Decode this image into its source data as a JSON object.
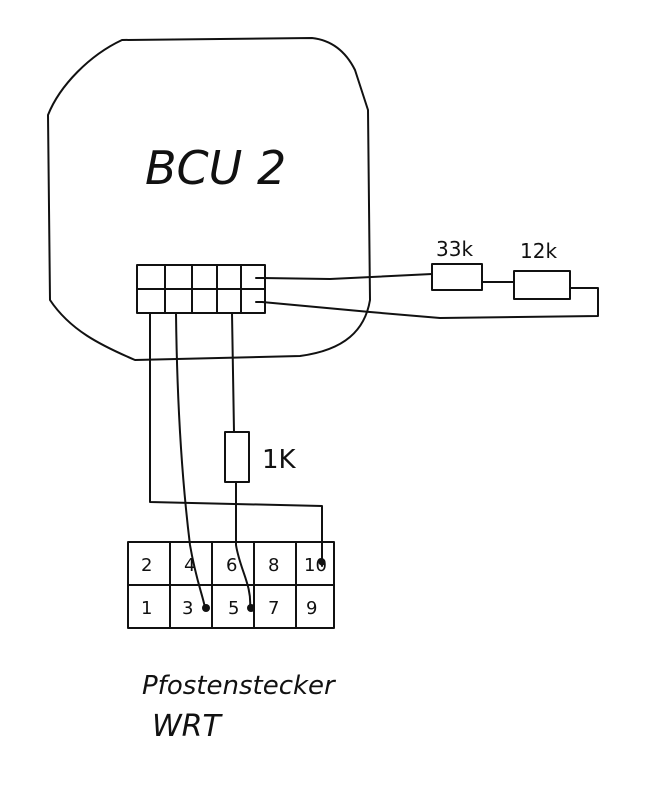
{
  "module": {
    "label": "BCU 2"
  },
  "resistors": {
    "r1": "33k",
    "r2": "12k",
    "r3": "1K"
  },
  "connector": {
    "top_row": [
      "2",
      "4",
      "6",
      "8",
      "10"
    ],
    "bottom_row": [
      "1",
      "3",
      "5",
      "7",
      "9"
    ],
    "caption_line1": "Pfostenstecker",
    "caption_line2": "WRT"
  },
  "colors": {
    "ink": "#111111",
    "paper": "#ffffff"
  }
}
